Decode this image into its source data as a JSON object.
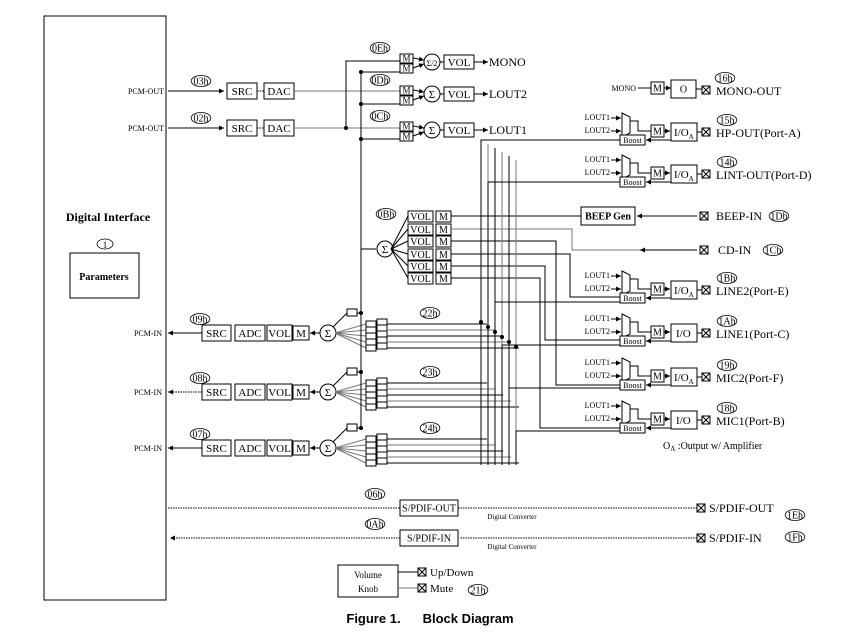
{
  "caption": {
    "figure": "Figure 1.",
    "title": "Block Diagram"
  },
  "digital_interface": {
    "title": "Digital Interface",
    "node_id": "1",
    "parameters_label": "Parameters"
  },
  "dac_paths": [
    {
      "node": "03h",
      "port": "PCM-OUT",
      "src": "SRC",
      "dac": "DAC"
    },
    {
      "node": "02h",
      "port": "PCM-OUT",
      "src": "SRC",
      "dac": "DAC"
    }
  ],
  "mixers": [
    {
      "node": "0Eh",
      "sum": "Σ/2",
      "vol": "VOL",
      "out": "MONO"
    },
    {
      "node": "0Dh",
      "sum": "Σ",
      "vol": "VOL",
      "out": "LOUT2"
    },
    {
      "node": "0Ch",
      "sum": "Σ",
      "vol": "VOL",
      "out": "LOUT1"
    }
  ],
  "mute_label": "M",
  "vol_label": "VOL",
  "sum_label": "Σ",
  "input_mixer": {
    "node": "0Bh"
  },
  "beep_gen": "BEEP Gen",
  "adc_paths": [
    {
      "node": "09h",
      "port": "PCM-IN",
      "src": "SRC",
      "adc": "ADC",
      "selector": "22h"
    },
    {
      "node": "08h",
      "port": "PCM-IN",
      "src": "SRC",
      "adc": "ADC",
      "selector": "23h"
    },
    {
      "node": "07h",
      "port": "PCM-IN",
      "src": "SRC",
      "adc": "ADC",
      "selector": "24h"
    }
  ],
  "mono_out": {
    "input": "MONO",
    "block": "O",
    "label": "MONO-OUT",
    "node": "16h"
  },
  "pins": [
    {
      "label": "HP-OUT(Port-A)",
      "node": "15h",
      "io": "I/O",
      "amp": true
    },
    {
      "label": "LINT-OUT(Port-D)",
      "node": "14h",
      "io": "I/O",
      "amp": true
    },
    {
      "label": "LINE2(Port-E)",
      "node": "1Bh",
      "io": "I/O",
      "amp": true
    },
    {
      "label": "LINE1(Port-C)",
      "node": "1Ah",
      "io": "I/O",
      "amp": false
    },
    {
      "label": "MIC2(Port-F)",
      "node": "19h",
      "io": "I/O",
      "amp": true
    },
    {
      "label": "MIC1(Port-B)",
      "node": "18h",
      "io": "I/O",
      "amp": false
    }
  ],
  "pin_inputs": {
    "a": "LOUT1",
    "b": "LOUT2",
    "boost": "Boost",
    "amp_sub": "A"
  },
  "beep_in": {
    "label": "BEEP-IN",
    "node": "1Db"
  },
  "cd_in": {
    "label": "CD-IN",
    "node": "1Cb"
  },
  "legend_note": {
    "o": "O",
    "sub": "A",
    "text": " :Output w/ Amplifier"
  },
  "spdif": [
    {
      "node": "06h",
      "block": "S/PDIF-OUT",
      "sub": "Digital Converter",
      "pin": "S/PDIF-OUT",
      "pin_node": "1Eh"
    },
    {
      "node": "0Ah",
      "block": "S/PDIF-IN",
      "sub": "Digital Converter",
      "pin": "S/PDIF-IN",
      "pin_node": "1Fh"
    }
  ],
  "volume_knob": {
    "line1": "Volume",
    "line2": "Knob",
    "up_down": "Up/Down",
    "mute": "Mute",
    "node": "21h"
  }
}
